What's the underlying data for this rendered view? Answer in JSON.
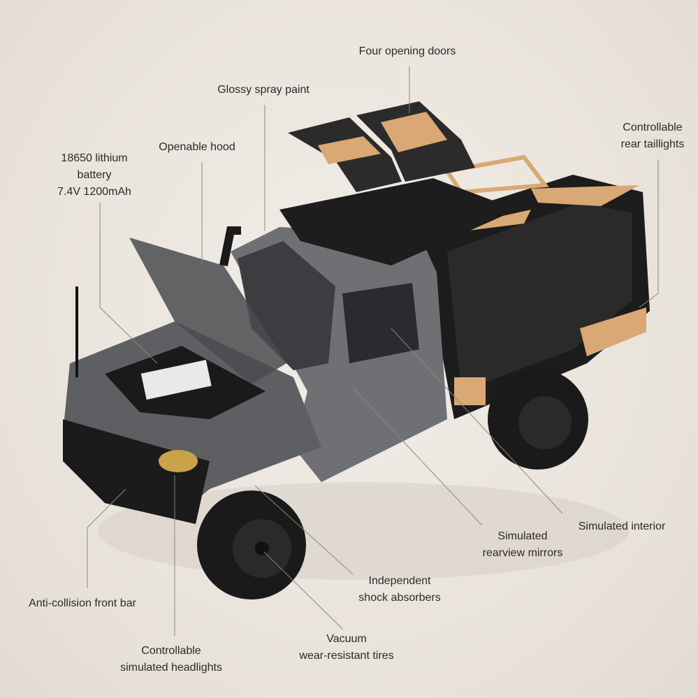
{
  "callouts": {
    "doors": "Four opening doors",
    "paint": "Glossy spray paint",
    "hood": "Openable hood",
    "battery_1": "18650 lithium",
    "battery_2": "battery",
    "battery_3": "7.4V 1200mAh",
    "taillights_1": "Controllable",
    "taillights_2": "rear taillights",
    "interior": "Simulated interior",
    "mirrors_1": "Simulated",
    "mirrors_2": "rearview mirrors",
    "shocks_1": "Independent",
    "shocks_2": "shock absorbers",
    "frontbar": "Anti-collision front bar",
    "headlights_1": "Controllable",
    "headlights_2": "simulated headlights",
    "tires_1": "Vacuum",
    "tires_2": "wear-resistant tires"
  },
  "colors": {
    "body": "#6f7073",
    "accent": "#d9a874",
    "frame": "#1e1e1e",
    "background": "#ebe6df"
  }
}
